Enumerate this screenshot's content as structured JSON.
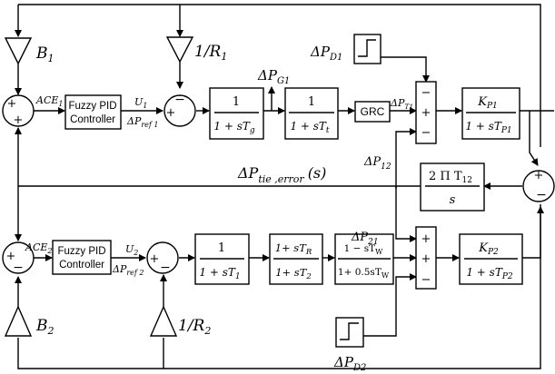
{
  "labels": {
    "b1": "B",
    "b1_sub": "1",
    "r1": "1/R",
    "r1_sub": "1",
    "b2": "B",
    "b2_sub": "2",
    "r2": "1/R",
    "r2_sub": "2",
    "ace1": "ACE",
    "ace1_sub": "1",
    "ace2": "ACE",
    "ace2_sub": "2",
    "u1": "U",
    "u1_sub": "1",
    "u2": "U",
    "u2_sub": "2",
    "dpref1": "ΔP",
    "dpref1_sub": "ref 1",
    "dpref2": "ΔP",
    "dpref2_sub": "ref 2",
    "dpg1": "ΔP",
    "dpg1_sub": "G1",
    "dpt1": "ΔP",
    "dpt1_sub": "T1",
    "dpd1": "ΔP",
    "dpd1_sub": "D1",
    "dpd2": "ΔP",
    "dpd2_sub": "D2",
    "dp12": "ΔP",
    "dp12_sub": "12",
    "dp21": "ΔP",
    "dp21_sub": "21",
    "dptie": "ΔP",
    "dptie_sub": "tie ,error",
    "dptie_arg": "(s)"
  },
  "blocks": {
    "fuzzy1_l1": "Fuzzy PID",
    "fuzzy1_l2": "Controller",
    "fuzzy2_l1": "Fuzzy PID",
    "fuzzy2_l2": "Controller",
    "grc": "GRC",
    "gov1_num": "1",
    "gov1_den": "1 + sT",
    "gov1_den_sub": "g",
    "tur1_num": "1",
    "tur1_den": "1 + sT",
    "tur1_den_sub": "t",
    "ps1_num": "K",
    "ps1_num_sub": "P1",
    "ps1_den": "1 + sT",
    "ps1_den_sub": "P1",
    "tie_num": "2 Π T",
    "tie_num_sub": "12",
    "tie_den": "s",
    "gov2_num": "1",
    "gov2_den": "1 + sT",
    "gov2_den_sub": "1",
    "reh_num": "1+ sT",
    "reh_num_sub": "R",
    "reh_den": "1+ sT",
    "reh_den_sub": "2",
    "hyd_num": "1 − sT",
    "hyd_num_sub": "W",
    "hyd_den": "1+ 0.5sT",
    "hyd_den_sub": "W",
    "ps2_num": "K",
    "ps2_num_sub": "P2",
    "ps2_den": "1 + sT",
    "ps2_den_sub": "P2"
  },
  "signs": {
    "plus": "+",
    "minus": "−"
  }
}
